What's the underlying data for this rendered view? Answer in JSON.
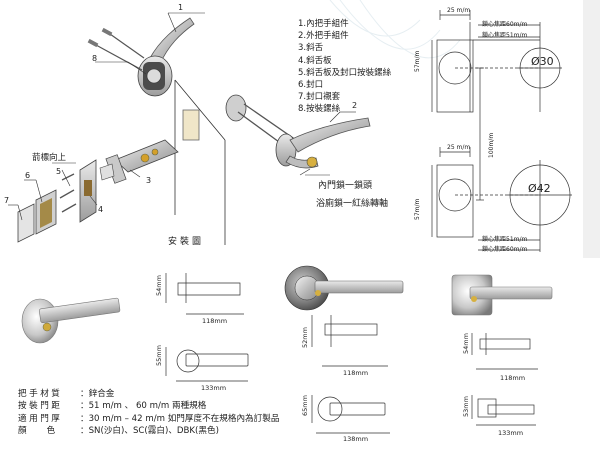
{
  "parts_list": [
    "1.內把手組件",
    "2.外把手組件",
    "3.斜舌",
    "4.斜舌板",
    "5.斜舌板及封口按裝鏍絲",
    "6.封口",
    "7.封口襯套",
    "8.按裝鏍絲"
  ],
  "callout_numbers": [
    "1",
    "2",
    "3",
    "4",
    "5",
    "6",
    "7",
    "8"
  ],
  "labels": {
    "bevel_up": "葥標向上",
    "install_diagram": "安裝圖",
    "lock_inner": "內門鎖一鎖頭",
    "lock_bath": "浴廁鎖一紅絲轉軸"
  },
  "door_dims": {
    "top_width": "25 m/m",
    "top_backset_60": "鎖心焦距60m/m",
    "top_backset_51": "鎖心焦距51m/m",
    "top_height": "57m/m",
    "center_dist": "100m/m",
    "diam_top": "Ø30",
    "bottom_width": "25 m/m",
    "bottom_height": "57m/m",
    "diam_bottom": "Ø42",
    "bottom_backset_51": "鎖心焦距51m/m",
    "bottom_backset_60": "鎖心焦距60m/m"
  },
  "product_dims": {
    "p1_height": "54mm",
    "p1_width": "118mm",
    "p2_height": "55mm",
    "p2_width": "133mm",
    "p3_height": "52mm",
    "p3_width": "118mm",
    "p4_height": "65mm",
    "p4_width": "138mm",
    "p5_height": "54mm",
    "p5_width": "118mm",
    "p6_height": "53mm",
    "p6_width": "133mm"
  },
  "specs": [
    {
      "label": "把手材質",
      "value": "：鋅合金"
    },
    {
      "label": "按裝門距",
      "value": "：51 m/m 、 60 m/m  兩種規格"
    },
    {
      "label": "適用門厚",
      "value": "：30 m/m – 42 m/m  如門厚度不在規格內為訂製品"
    },
    {
      "label": "顏色",
      "value": "：SN(沙白)、SC(霧白)、DBK(黑色)"
    }
  ]
}
